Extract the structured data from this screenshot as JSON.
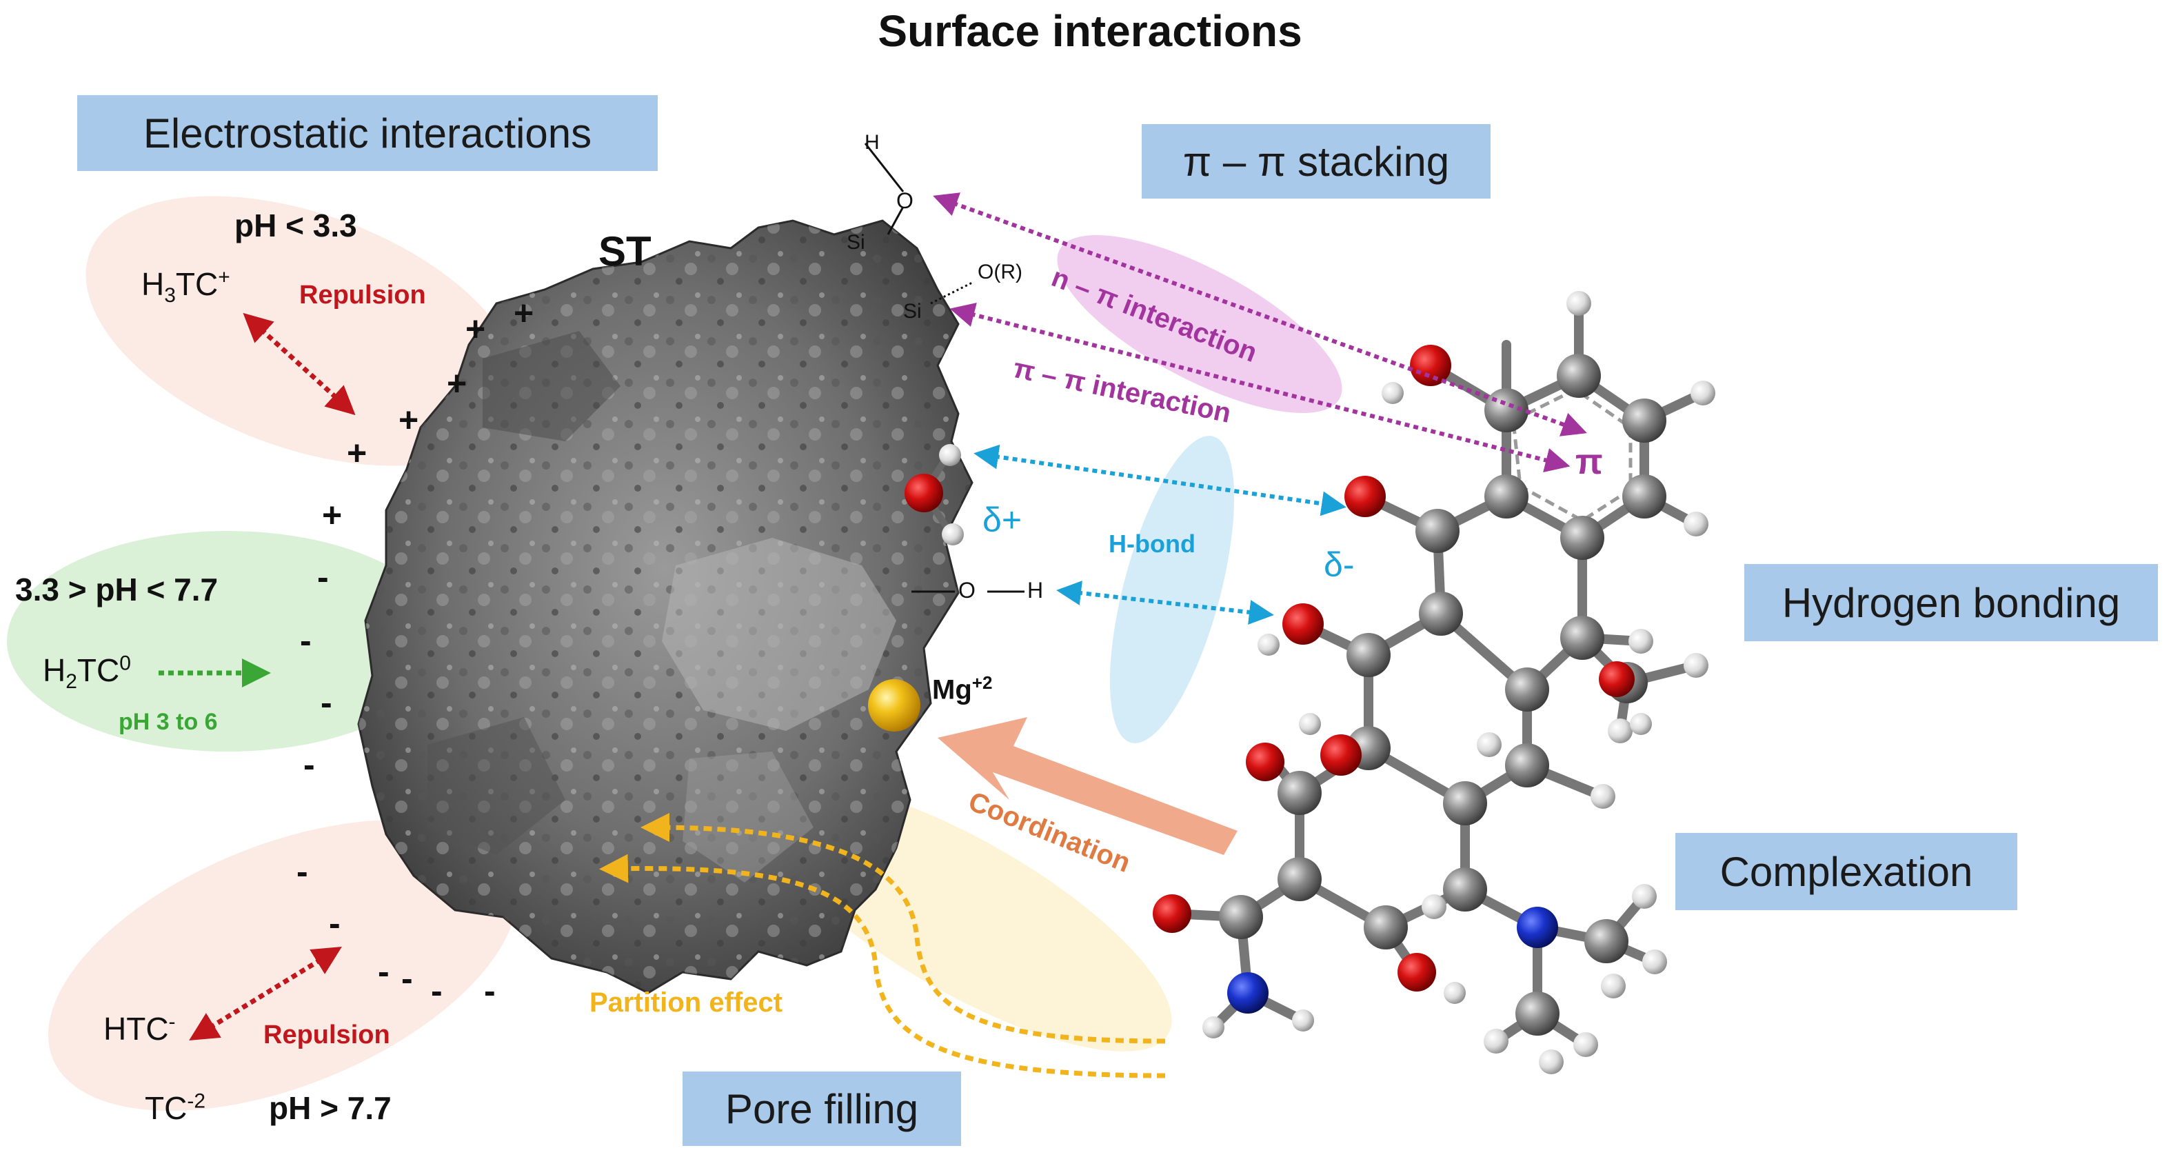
{
  "title": "Surface interactions",
  "boxes": {
    "electrostatic": "Electrostatic interactions",
    "pi_stacking": "π – π stacking",
    "hydrogen_bonding": "Hydrogen bonding",
    "complexation": "Complexation",
    "pore_filling": "Pore filling"
  },
  "particle_label": "ST",
  "electrostatic": {
    "low_ph": {
      "condition": "pH < 3.3",
      "species": "H",
      "species_sub": "3",
      "species_tail": "TC",
      "species_sup": "+",
      "effect": "Repulsion"
    },
    "mid_ph": {
      "condition": "3.3 > pH < 7.7",
      "species": "H",
      "species_sub": "2",
      "species_tail": "TC",
      "species_sup": "0",
      "range": "pH 3 to 6"
    },
    "high_ph": {
      "condition": "pH > 7.7",
      "species1": "HTC",
      "species1_sup": "-",
      "species2": "TC",
      "species2_sup": "-2",
      "effect": "Repulsion"
    },
    "plus_sign": "+",
    "minus_sign": "-"
  },
  "silanol": {
    "si": "Si",
    "o": "O",
    "h": "H",
    "or": "O(R)"
  },
  "interactions": {
    "n_pi": "n – π interaction",
    "pi_pi": "π – π interaction",
    "pi_symbol": "π",
    "hbond": "H-bond",
    "delta_plus": "δ+",
    "delta_minus": "δ-",
    "oh_o": "O",
    "oh_h": "H",
    "mg": "Mg",
    "mg_sup": "+2",
    "coordination": "Coordination",
    "partition": "Partition effect"
  },
  "colors": {
    "box": "#a9c9ea",
    "repulsion": "#c0161c",
    "green": "#3aa635",
    "purple": "#a2349e",
    "cyan": "#1aa1d8",
    "orange": "#e07a43",
    "yellow": "#f2b41c",
    "oxygen": "#d41010",
    "carbon": "#8c8c8c",
    "nitrogen": "#1a33cc",
    "hydrogen": "#e6e6e6"
  }
}
